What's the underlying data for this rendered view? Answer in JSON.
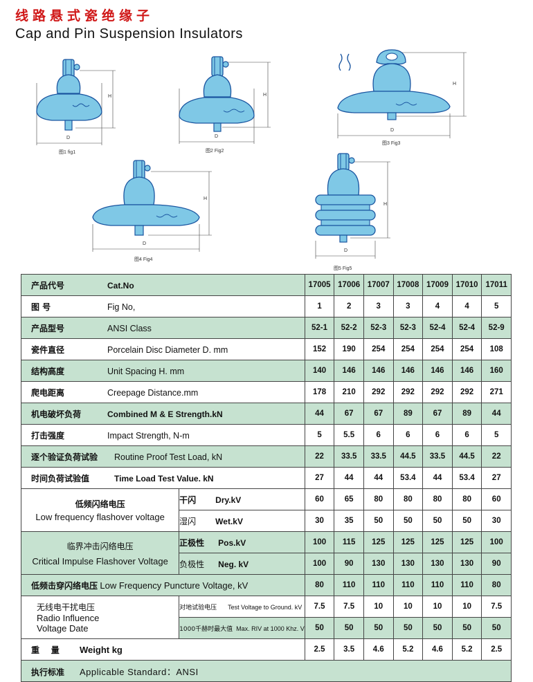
{
  "title": {
    "cn": "线路悬式瓷绝缘子",
    "en": "Cap and Pin Suspension Insulators"
  },
  "figures": {
    "fig1": {
      "caption": "图1 fig1",
      "d": "D",
      "h": "H"
    },
    "fig2": {
      "caption": "图2 Fig2",
      "d": "D",
      "h": "H"
    },
    "fig3": {
      "caption": "图3 Fig3",
      "d": "D",
      "h": "H"
    },
    "fig4": {
      "caption": "图4 Fig4",
      "d": "D",
      "h": "H"
    },
    "fig5": {
      "caption": "图5 Fig5",
      "d": "D",
      "h": "H"
    }
  },
  "colors": {
    "insulator_fill": "#7fc8e6",
    "insulator_stroke": "#1a55a0",
    "green_row": "#c6e2d0"
  },
  "table": {
    "cat": {
      "cn": "产品代号",
      "en": "Cat.No",
      "values": [
        "17005",
        "17006",
        "17007",
        "17008",
        "17009",
        "17010",
        "17011"
      ]
    },
    "fig": {
      "cn": "图 号",
      "en": "Fig No,",
      "values": [
        "1",
        "2",
        "3",
        "3",
        "4",
        "4",
        "5"
      ]
    },
    "ansi": {
      "cn": "产品型号",
      "en": "ANSI Class",
      "values": [
        "52-1",
        "52-2",
        "52-3",
        "52-3",
        "52-4",
        "52-4",
        "52-9"
      ]
    },
    "disc": {
      "cn": "瓷件直径",
      "en": "Porcelain Disc Diameter D. mm",
      "values": [
        "152",
        "190",
        "254",
        "254",
        "254",
        "254",
        "108"
      ]
    },
    "spacing": {
      "cn": "结构高度",
      "en": "Unit Spacing H. mm",
      "values": [
        "140",
        "146",
        "146",
        "146",
        "146",
        "146",
        "160"
      ]
    },
    "creep": {
      "cn": "爬电距离",
      "en": "Creepage Distance.mm",
      "values": [
        "178",
        "210",
        "292",
        "292",
        "292",
        "292",
        "271"
      ]
    },
    "me": {
      "cn": "机电破坏负荷",
      "en": "Combined M & E Strength.kN",
      "values": [
        "44",
        "67",
        "67",
        "89",
        "67",
        "89",
        "44"
      ]
    },
    "impact": {
      "cn": "打击强度",
      "en": "Impact Strength, N-m",
      "values": [
        "5",
        "5.5",
        "6",
        "6",
        "6",
        "6",
        "5"
      ]
    },
    "routine": {
      "cn": "逐个验证负荷试验",
      "en": "Routine Proof Test Load, kN",
      "values": [
        "22",
        "33.5",
        "33.5",
        "44.5",
        "33.5",
        "44.5",
        "22"
      ]
    },
    "timeload": {
      "cn": "时间负荷试验值",
      "en": "Time Load Test Value. kN",
      "values": [
        "27",
        "44",
        "44",
        "53.4",
        "44",
        "53.4",
        "27"
      ]
    },
    "lowfreq": {
      "cn": "低频闪络电压",
      "en": "Low frequency flashover voltage",
      "dry": {
        "cn": "干闪",
        "en": "Dry.kV",
        "values": [
          "60",
          "65",
          "80",
          "80",
          "80",
          "80",
          "60"
        ]
      },
      "wet": {
        "cn": "湿闪",
        "en": "Wet.kV",
        "values": [
          "30",
          "35",
          "50",
          "50",
          "50",
          "50",
          "30"
        ]
      }
    },
    "impulse": {
      "cn": "临界冲击闪络电压",
      "en": "Critical Impulse  Flashover Voltage",
      "pos": {
        "cn": "正极性",
        "en": "Pos.kV",
        "values": [
          "100",
          "115",
          "125",
          "125",
          "125",
          "125",
          "100"
        ]
      },
      "neg": {
        "cn": "负极性",
        "en": "Neg. kV",
        "values": [
          "100",
          "90",
          "130",
          "130",
          "130",
          "130",
          "90"
        ]
      }
    },
    "puncture": {
      "cn": "低频击穿闪络电压",
      "en": "Low Frequency Puncture Voltage, kV",
      "values": [
        "80",
        "110",
        "110",
        "110",
        "110",
        "110",
        "80"
      ]
    },
    "radio": {
      "cn": "无线电干扰电压",
      "en1": "Radio Influence",
      "en2": "Voltage Date",
      "test": {
        "cn": "对地试验电压",
        "en": "Test Voltage to Ground. kV",
        "values": [
          "7.5",
          "7.5",
          "10",
          "10",
          "10",
          "10",
          "7.5"
        ]
      },
      "riv": {
        "cn": "1000千赫时最大值",
        "en": "Max. RIV at 1000 Khz. V",
        "values": [
          "50",
          "50",
          "50",
          "50",
          "50",
          "50",
          "50"
        ]
      }
    },
    "weight": {
      "cn": "重    量",
      "en": "Weight kg",
      "values": [
        "2.5",
        "3.5",
        "4.6",
        "5.2",
        "4.6",
        "5.2",
        "2.5"
      ]
    },
    "standard": {
      "cn": "执行标准",
      "en": "Applicable  Standard：ANSI"
    }
  }
}
